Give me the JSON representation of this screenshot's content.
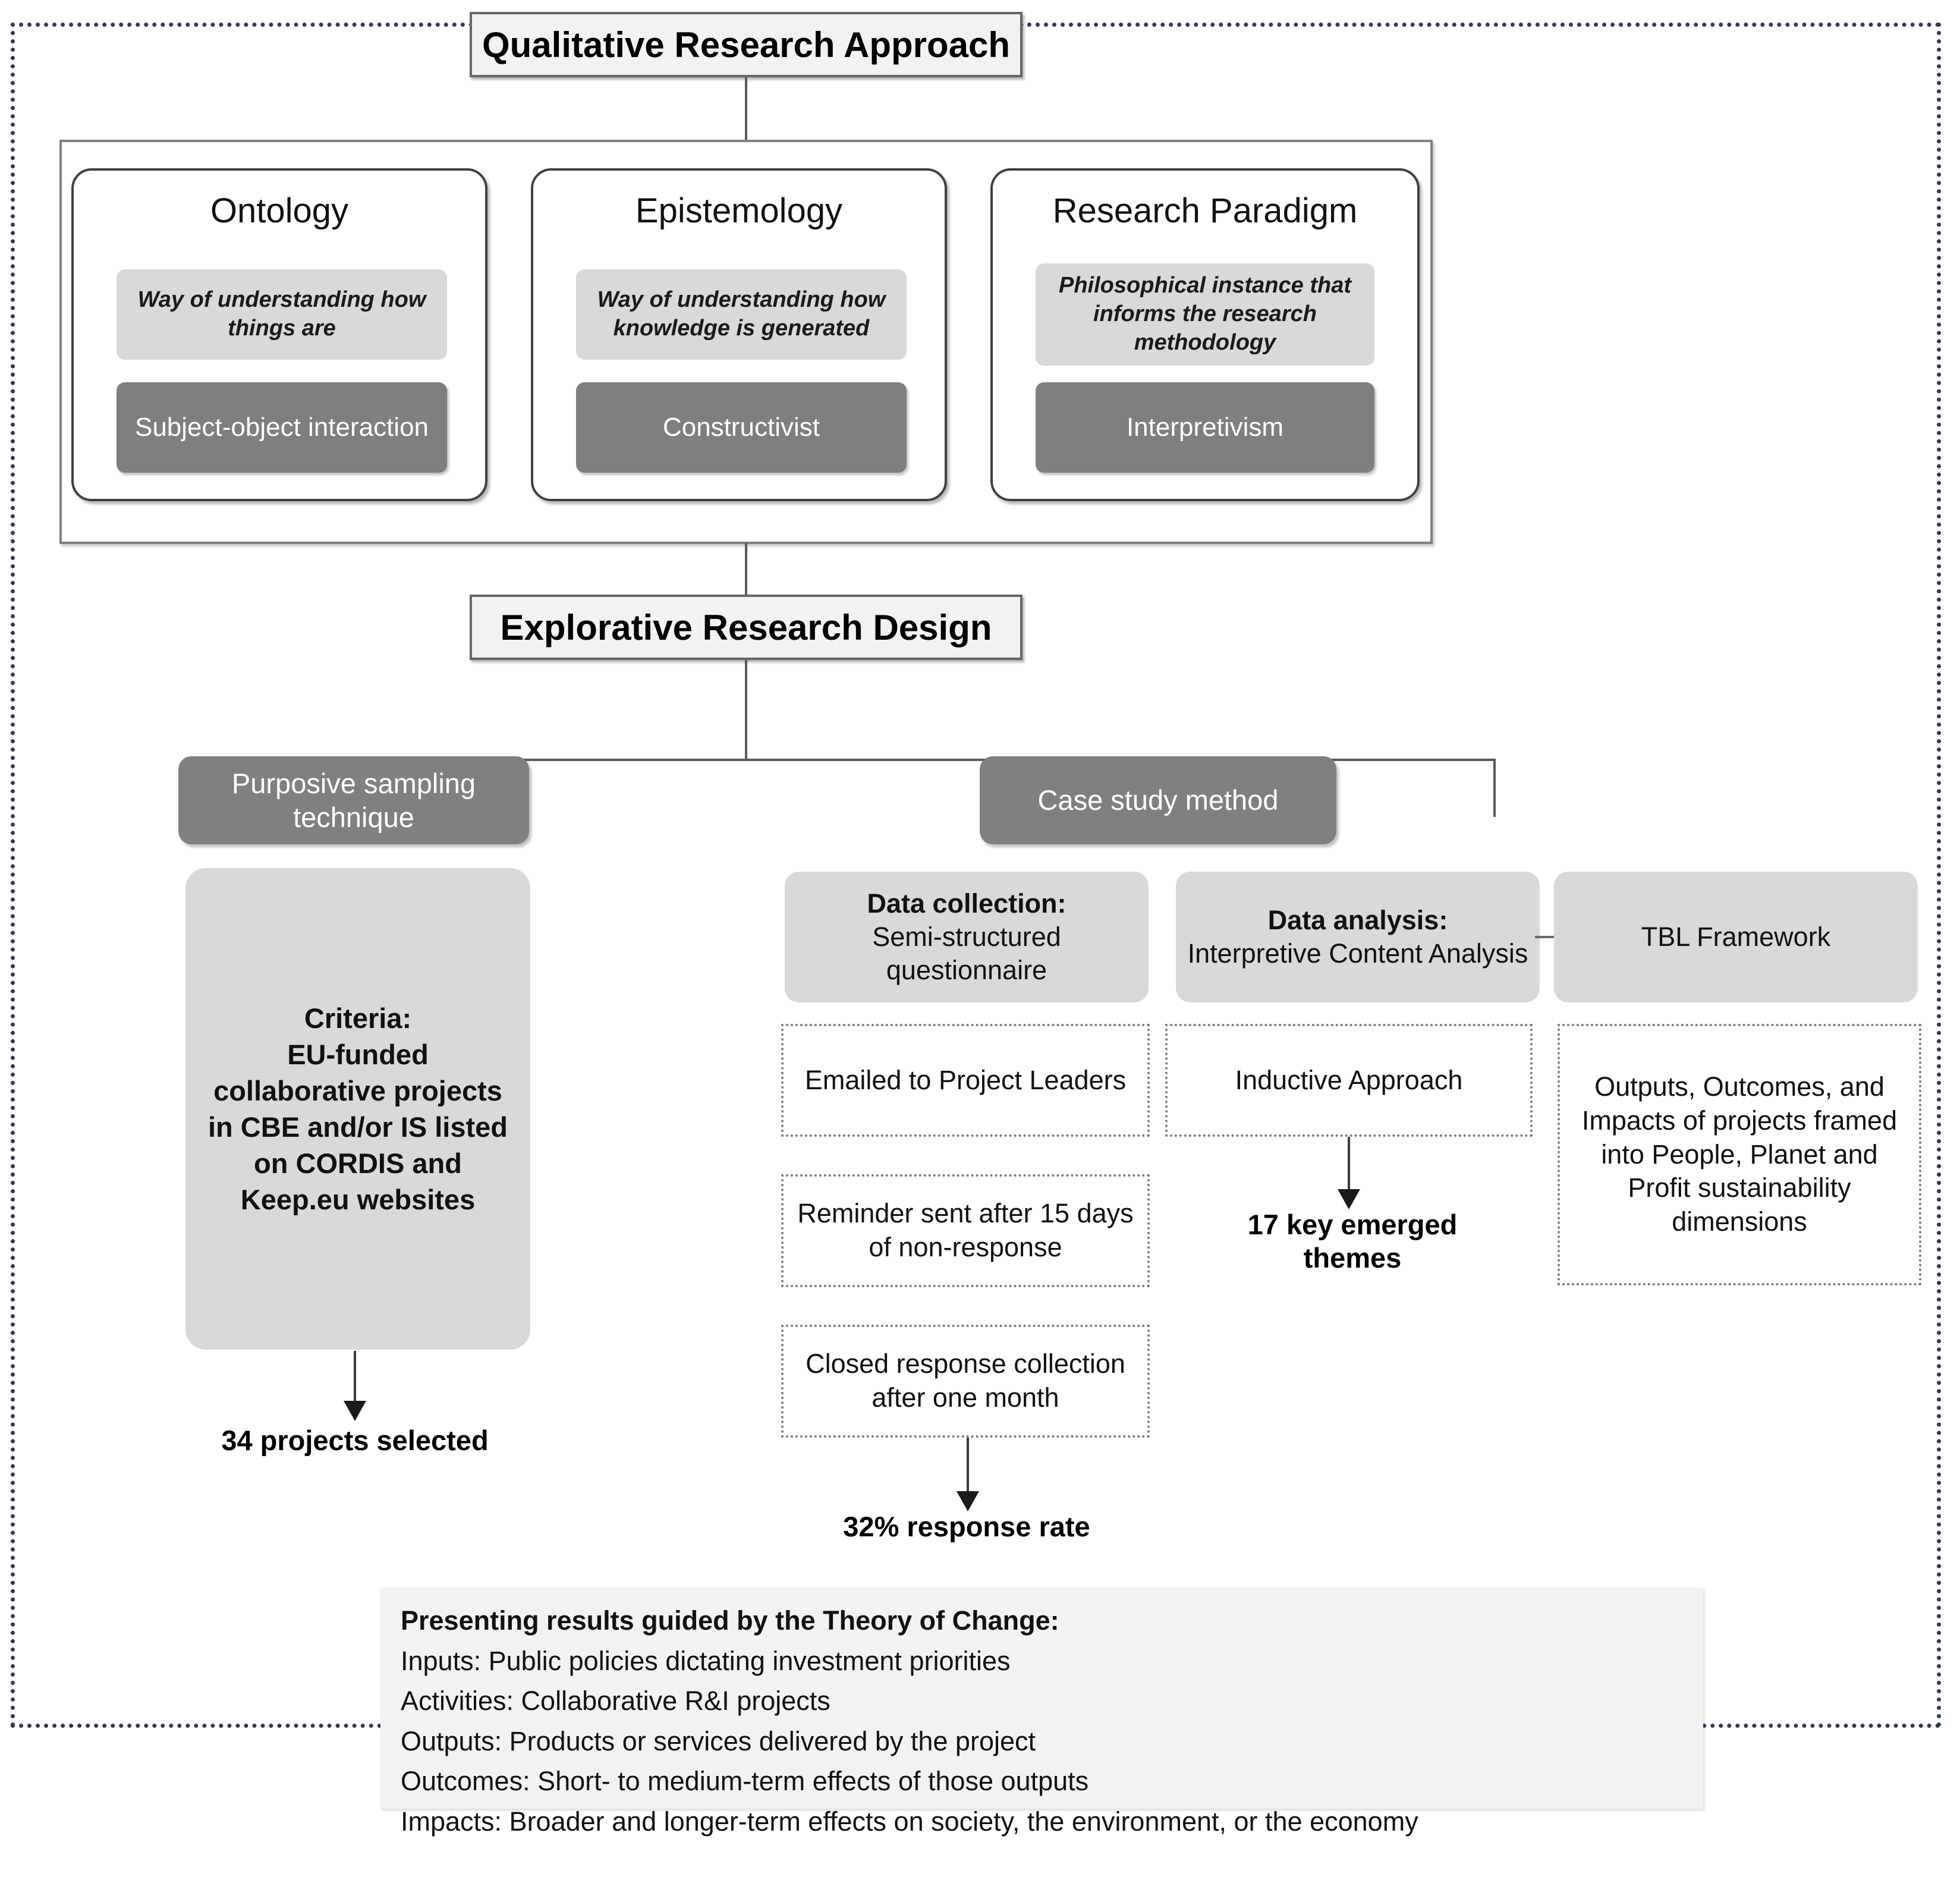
{
  "diagram": {
    "title": "Qualitative Research Approach",
    "design": "Explorative Research Design"
  },
  "philosophy": {
    "pillars": [
      {
        "title": "Ontology",
        "definition": "Way of understanding how things are",
        "position": "Subject-object interaction"
      },
      {
        "title": "Epistemology",
        "definition": "Way of understanding how knowledge is generated",
        "position": "Constructivist"
      },
      {
        "title": "Research Paradigm",
        "definition": "Philosophical instance that informs the research methodology",
        "position": "Interpretivism"
      }
    ]
  },
  "sampling": {
    "technique": "Purposive sampling technique",
    "criteria_heading": "Criteria:",
    "criteria_body": "EU-funded collaborative projects in CBE and/or IS listed on CORDIS and Keep.eu websites",
    "result": "34 projects selected"
  },
  "case_study": {
    "method": "Case study method",
    "data_collection": {
      "heading": "Data collection:",
      "subtitle": "Semi-structured questionnaire",
      "steps": [
        "Emailed to Project Leaders",
        "Reminder sent after 15 days of non-response",
        "Closed response collection after one month"
      ],
      "result": "32% response rate"
    },
    "data_analysis": {
      "heading": "Data analysis:",
      "subtitle": "Interpretive Content Analysis",
      "step": "Inductive Approach",
      "result": "17 key emerged themes"
    },
    "framework": {
      "title": "TBL Framework",
      "detail": "Outputs, Outcomes, and Impacts of projects framed into People, Planet and Profit sustainability dimensions"
    }
  },
  "theory_of_change": {
    "heading": "Presenting results guided by the Theory of Change:",
    "lines": [
      "Inputs: Public policies dictating  investment priorities",
      "Activities: Collaborative R&I projects",
      "Outputs: Products or services delivered by the project",
      "Outcomes: Short- to medium-term effects of those outputs",
      "Impacts: Broader and longer-term effects on society, the environment, or the economy"
    ]
  },
  "colors": {
    "frame_dotted": "#2e3a59",
    "dark_fill": "#7f7f7f",
    "light_fill": "#d9d9d9",
    "panel_fill": "#f2f2f2",
    "connector": "#595959"
  }
}
